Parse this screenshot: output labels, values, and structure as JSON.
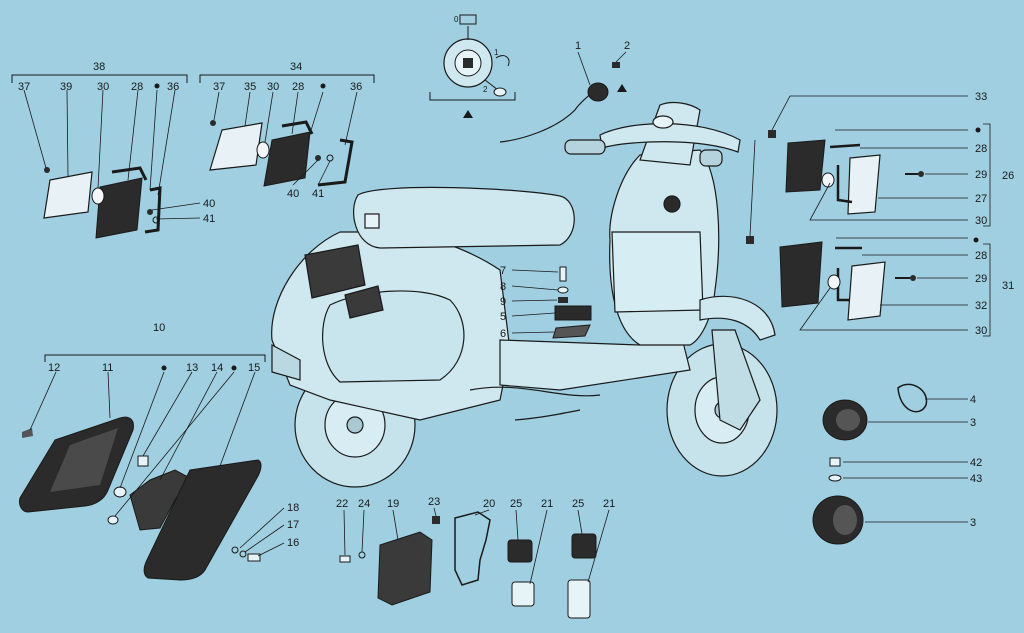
{
  "colors": {
    "background": "#9fcfe0",
    "ink": "#1a1a1a",
    "part_dark": "#2b2b2b",
    "scooter_fill": "#cfe8ef"
  },
  "labels": {
    "g38": "38",
    "g34": "34",
    "g10": "10",
    "g26": "26",
    "g31": "31",
    "l37a": "37",
    "l39": "39",
    "l30a": "30",
    "l28a": "28",
    "l36a": "36",
    "l40a": "40",
    "l41a": "41",
    "l37b": "37",
    "l35": "35",
    "l30b": "30",
    "l28b": "28",
    "l36b": "36",
    "l40b": "40",
    "l41b": "41",
    "l1": "1",
    "l2": "2",
    "l33": "33",
    "l28c": "28",
    "l29a": "29",
    "l27": "27",
    "l30c": "30",
    "l28d": "28",
    "l29b": "29",
    "l32": "32",
    "l30d": "30",
    "l4": "4",
    "l3a": "3",
    "l42": "42",
    "l43": "43",
    "l3b": "3",
    "l7": "7",
    "l8": "8",
    "l9": "9",
    "l5": "5",
    "l6": "6",
    "l12": "12",
    "l11": "11",
    "l13": "13",
    "l14": "14",
    "l15": "15",
    "l18": "18",
    "l17": "17",
    "l16": "16",
    "l22": "22",
    "l24": "24",
    "l19": "19",
    "l23": "23",
    "l20": "20",
    "l25a": "25",
    "l21a": "21",
    "l25b": "25",
    "l21b": "21",
    "sw0": "0",
    "sw1": "1",
    "sw2": "2"
  }
}
